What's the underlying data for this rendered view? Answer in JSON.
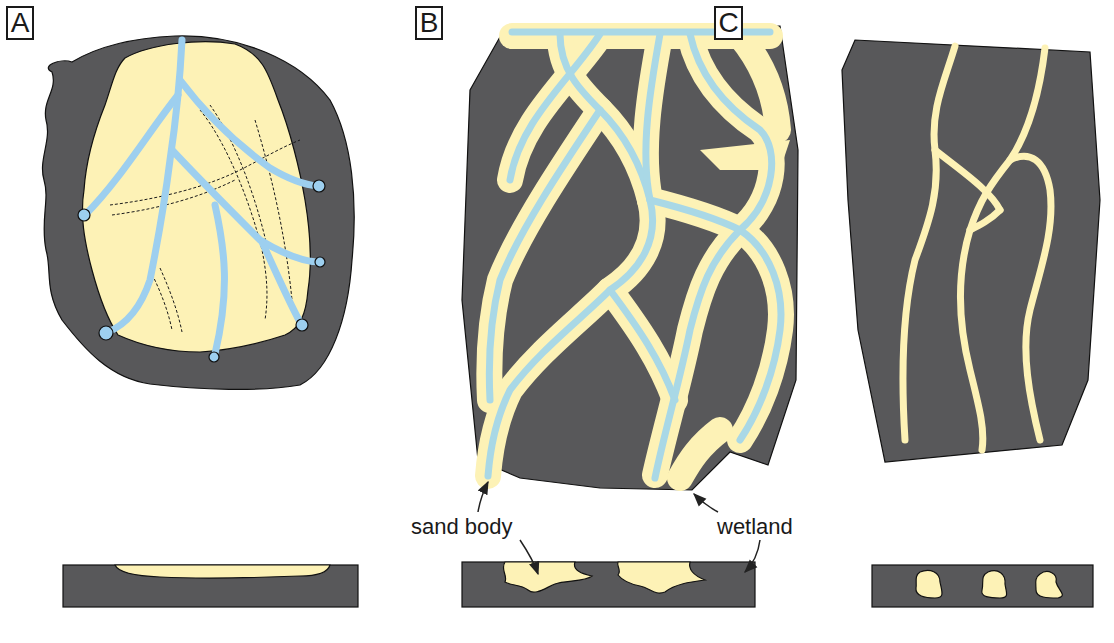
{
  "diagram": {
    "nodes": [
      {
        "text": [
          "A"
        ]
      },
      {
        "text": [
          "B"
        ]
      },
      {
        "text": [
          "C"
        ]
      }
    ],
    "labels": [
      "sand body",
      "wetland"
    ]
  }
}
